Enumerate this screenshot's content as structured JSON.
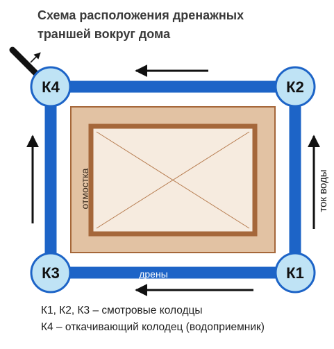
{
  "title": {
    "line1": "Схема расположения дренажных",
    "line2": "траншей вокруг дома"
  },
  "wells": {
    "k1": "К1",
    "k2": "К2",
    "k3": "К3",
    "k4": "К4"
  },
  "labels": {
    "otmostka": "отмостка",
    "drains": "дрены",
    "water_flow": "ток воды"
  },
  "legend": {
    "line1": "К1, К2, К3 – смотровые колодцы",
    "line2": "К4 – откачивающий колодец (водоприемник)"
  },
  "colors": {
    "drain_blue": "#1d64c7",
    "well_fill": "#bfe3f5",
    "otmostka_fill": "#e2c2a3",
    "house_border": "#a5673a",
    "house_fill": "#f6ebdf",
    "arrow": "#111111"
  }
}
